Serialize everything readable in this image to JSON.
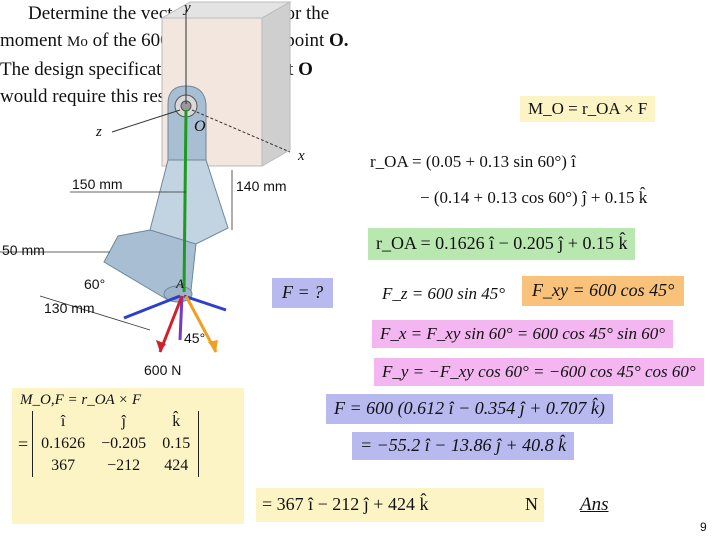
{
  "problem": {
    "line1": "Determine the vector expression for the",
    "line2_a": "moment",
    "line2_b": "of the 600-N force about point",
    "line2_point": "O.",
    "line3_a": "The design specification for the bolt at",
    "line3_b": "O",
    "line4": "would require this result.",
    "mo_symbol": "Mo"
  },
  "figure": {
    "labels": {
      "y": "y",
      "z": "z",
      "x": "x",
      "O": "O",
      "A": "A",
      "dim_150": "150 mm",
      "dim_140": "140 mm",
      "dim_50": "50 mm",
      "dim_130": "130 mm",
      "angle_60": "60°",
      "angle_45": "45°",
      "force": "600 N"
    }
  },
  "equations": {
    "moment_def": "M_O = r_OA × F",
    "r_oa_line1": "r_OA = (0.05 + 0.13 sin 60°) î",
    "r_oa_line2": "− (0.14 + 0.13 cos 60°) ĵ + 0.15 k̂",
    "r_oa_result": "r_OA = 0.1626 î − 0.205 ĵ + 0.15 k̂",
    "f_question": "F = ?",
    "fz": "F_z = 600 sin 45°",
    "fxy": "F_xy = 600 cos 45°",
    "fx": "F_x = F_xy sin 60° = 600 cos 45° sin 60°",
    "fy": "F_y = −F_xy cos 60° = −600 cos 45° cos 60°",
    "f_vec1": "F = 600 (0.612 î − 0.354 ĵ + 0.707 k̂)",
    "f_vec2": "= −55.2 î − 13.86 ĵ + 40.8 k̂",
    "mo_cross": "M_O,F = r_OA × F",
    "result": "= 367 î − 212 ĵ + 424 k̂",
    "result_unit": "N",
    "ans": "Ans"
  },
  "matrix": {
    "row1": [
      "î",
      "ĵ",
      "k̂"
    ],
    "row2": [
      "0.1626",
      "−0.205",
      "0.15"
    ],
    "row3": [
      "367",
      "−212",
      "424"
    ]
  },
  "page_number": "9",
  "colors": {
    "green_box": "#b8e8b0",
    "blue_box": "#b7b9ef",
    "orange_box": "#f8c27a",
    "pink_box": "#f4b6f0",
    "cream_box": "#fdf4c6",
    "bracket": "#a8bfd3"
  }
}
